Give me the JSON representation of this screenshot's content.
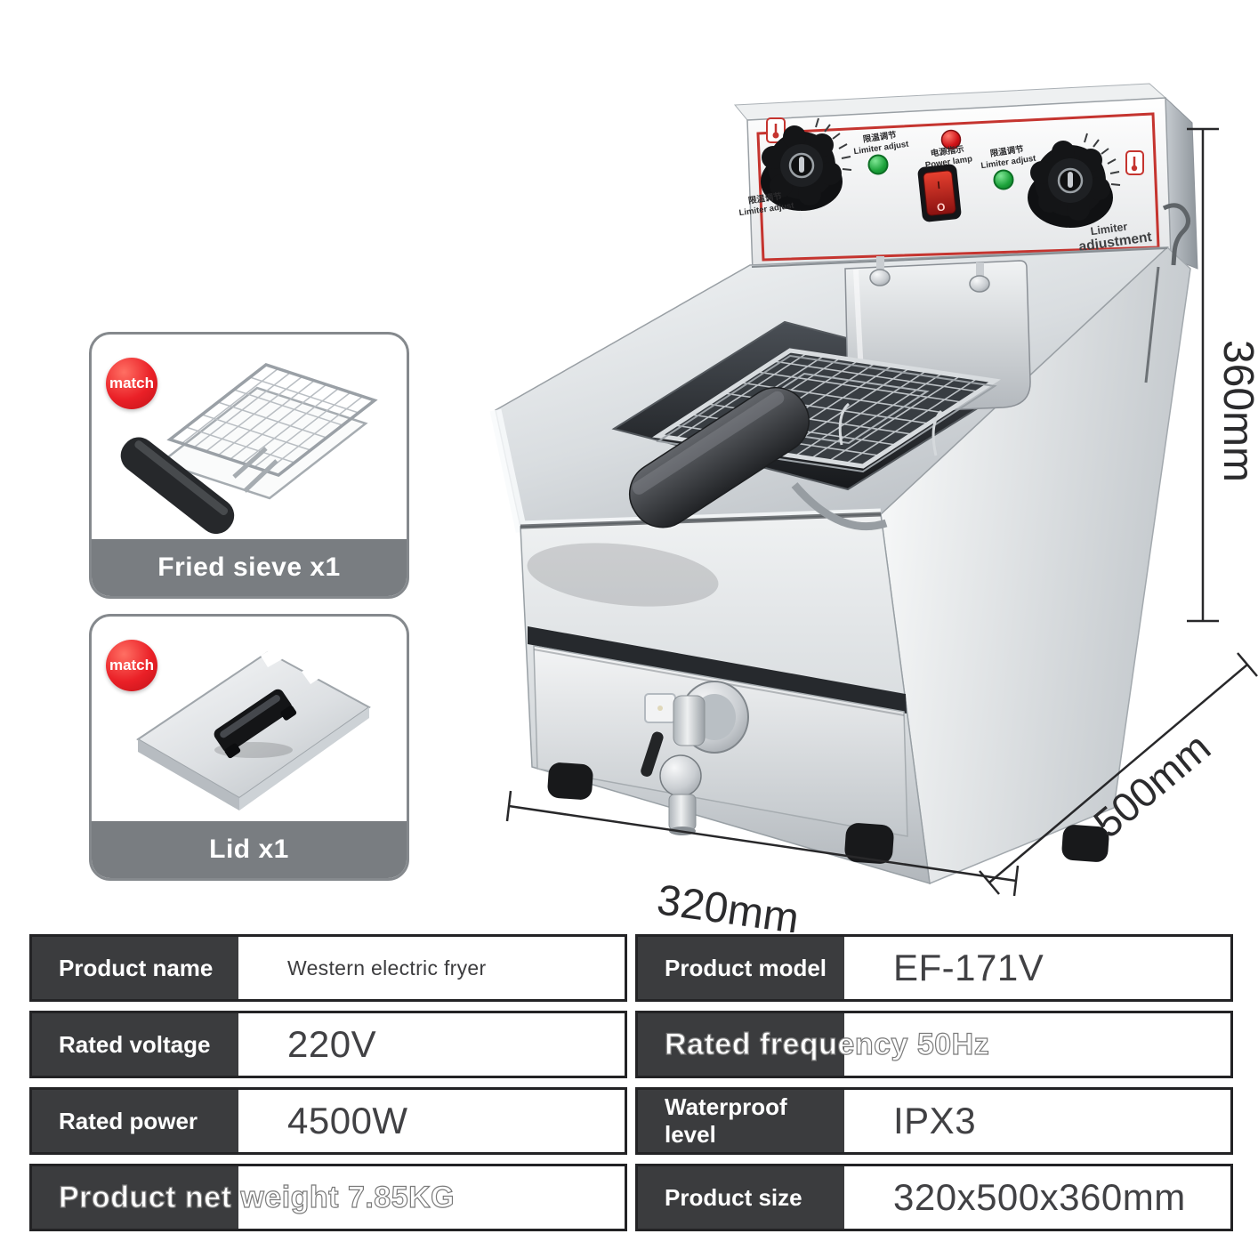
{
  "colors": {
    "accent_red": "#c5342f",
    "badge_red": "#e8232a",
    "indicator_green": "#1ca23a",
    "lamp_red": "#d01318",
    "table_label_bg": "#3b3c3e",
    "table_border": "#232325",
    "caption_bg": "#797d81",
    "steel_light": "#f2f4f5",
    "steel_dark": "#b6bbc0"
  },
  "hero": {
    "panel": {
      "limiter_cn": "限温调节",
      "limiter_en": "Limiter adjust",
      "power_cn": "电源指示",
      "power_en": "Power lamp",
      "knob_caption_line1": "Limiter",
      "knob_caption_line2": "adjustment",
      "switch_on": "I",
      "switch_off": "O"
    },
    "dimensions": {
      "height": "360mm",
      "depth": "500mm",
      "width": "320mm"
    },
    "accessories": [
      {
        "badge": "match",
        "caption": "Fried sieve x1"
      },
      {
        "badge": "match",
        "caption": "Lid x1"
      }
    ]
  },
  "spec_table": {
    "left_rows": [
      {
        "label": "Product name",
        "value": "Western electric fryer"
      },
      {
        "label": "Rated voltage",
        "value": "220V"
      },
      {
        "label": "Rated power",
        "value": "4500W"
      },
      {
        "overflow": "Product net weight 7.85KG"
      }
    ],
    "right_rows": [
      {
        "label": "Product model",
        "value": "EF-171V"
      },
      {
        "overflow": "Rated frequency 50Hz"
      },
      {
        "label": "Waterproof level",
        "value": "IPX3"
      },
      {
        "label": "Product size",
        "value": "320x500x360mm"
      }
    ]
  }
}
